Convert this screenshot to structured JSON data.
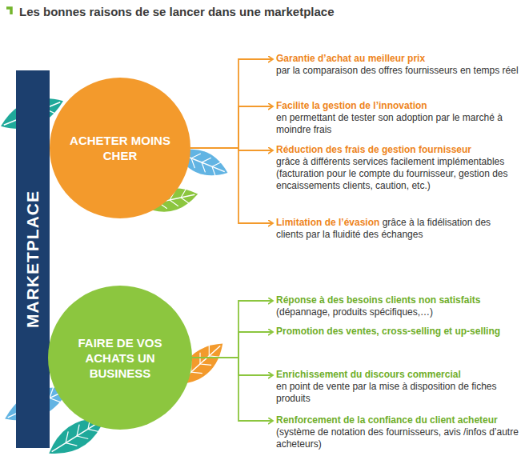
{
  "diagram": {
    "title": "Les bonnes raisons de se lancer dans une marketplace",
    "nodes": [
      {
        "text": [
          "MARKETPLACE"
        ]
      },
      {
        "text": [
          "ACHETER MOINS CHER"
        ]
      },
      {
        "text": [
          "Garantie d’achat au meilleur prix",
          "par la comparaison des offres fournisseurs en temps réel"
        ]
      },
      {
        "text": [
          "Facilite la gestion de l’innovation",
          "en permettant de tester son adoption par le marché à moindre frais"
        ]
      },
      {
        "text": [
          "Réduction des frais de gestion fournisseur",
          "grâce à différents services facilement implémentables (facturation pour le compte du fournisseur, gestion des encaissements clients, caution, etc.)"
        ]
      },
      {
        "text": [
          "Limitation de l’évasion",
          "grâce à la fidélisation des clients par la fluidité des échanges"
        ]
      },
      {
        "text": [
          "FAIRE DE VOS ACHATS UN BUSINESS"
        ]
      },
      {
        "text": [
          "Réponse à des besoins clients non satisfaits",
          "(dépannage, produits spécifiques,…)"
        ]
      },
      {
        "text": [
          "Promotion des ventes, cross-selling et up-selling"
        ]
      },
      {
        "text": [
          "Enrichissement du discours commercial",
          "en point de vente par la mise à disposition de fiches produits"
        ]
      },
      {
        "text": [
          "Renforcement de la confiance du client acheteur",
          "(système de notation des fournisseurs, avis /infos d’autre acheteurs)"
        ]
      }
    ],
    "edges": [
      {
        "from": 1,
        "to": 2,
        "arrow": "to"
      },
      {
        "from": 1,
        "to": 3,
        "arrow": "to"
      },
      {
        "from": 1,
        "to": 4,
        "arrow": "to"
      },
      {
        "from": 1,
        "to": 5,
        "arrow": "to"
      },
      {
        "from": 6,
        "to": 7,
        "arrow": "to"
      },
      {
        "from": 6,
        "to": 8,
        "arrow": "to"
      },
      {
        "from": 6,
        "to": 9,
        "arrow": "to"
      },
      {
        "from": 6,
        "to": 10,
        "arrow": "to"
      }
    ]
  }
}
